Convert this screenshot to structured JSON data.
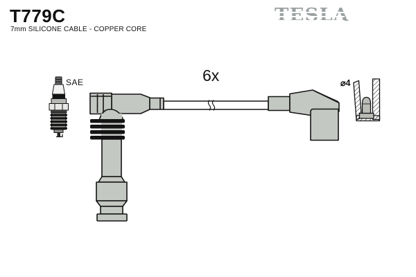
{
  "header": {
    "part_number": "T779C",
    "description": "7mm SILICONE CABLE - COPPER CORE"
  },
  "brand": {
    "logo_text": "TESLA",
    "logo_color": "#9ba1a1"
  },
  "diagram": {
    "quantity_label": "6x",
    "standard_label": "SAE",
    "terminal_diameter_label": "⌀4",
    "colors": {
      "boot_fill": "#c4c8c2",
      "outline": "#141414",
      "cable_fill": "#ffffff"
    }
  }
}
